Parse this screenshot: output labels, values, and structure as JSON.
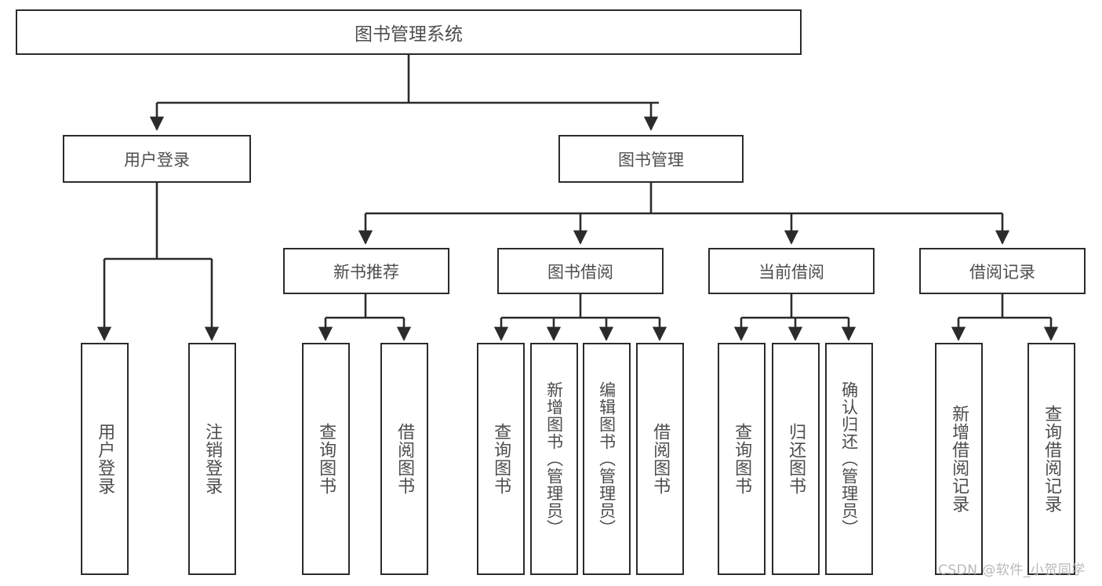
{
  "diagram": {
    "title": "图书管理系统",
    "type": "tree-hierarchy-chart",
    "colors": {
      "box_border": "#2b2b2b",
      "box_fill": "#ffffff",
      "text": "#4d4d4d",
      "connector": "#2b2b2b",
      "watermark": "#b9b9b9",
      "background": "#ffffff"
    },
    "root": {
      "id": "root",
      "label": "图书管理系统"
    },
    "level2": [
      {
        "id": "n_user_login",
        "label": "用户登录"
      },
      {
        "id": "n_book_mgmt",
        "label": "图书管理"
      }
    ],
    "level3": [
      {
        "id": "n_new_book_rec",
        "label": "新书推荐"
      },
      {
        "id": "n_book_borrow",
        "label": "图书借阅"
      },
      {
        "id": "n_current_borrow",
        "label": "当前借阅"
      },
      {
        "id": "n_borrow_record",
        "label": "借阅记录"
      }
    ],
    "leaves": {
      "user_login": [
        {
          "id": "l_user_login",
          "label": "用户登录"
        },
        {
          "id": "l_logout",
          "label": "注销登录"
        }
      ],
      "new_book_rec": [
        {
          "id": "l_query_book_1",
          "label": "查询图书"
        },
        {
          "id": "l_borrow_book_1",
          "label": "借阅图书"
        }
      ],
      "book_borrow": [
        {
          "id": "l_query_book_2",
          "label": "查询图书"
        },
        {
          "id": "l_add_book",
          "label": "新增图书（管理员）"
        },
        {
          "id": "l_edit_book",
          "label": "编辑图书（管理员）"
        },
        {
          "id": "l_borrow_book_2",
          "label": "借阅图书"
        }
      ],
      "current_borrow": [
        {
          "id": "l_query_book_3",
          "label": "查询图书"
        },
        {
          "id": "l_return_book",
          "label": "归还图书"
        },
        {
          "id": "l_confirm_return",
          "label": "确认归还（管理员）"
        }
      ],
      "borrow_record": [
        {
          "id": "l_add_record",
          "label": "新增借阅记录"
        },
        {
          "id": "l_query_record",
          "label": "查询借阅记录"
        }
      ]
    }
  },
  "watermark": {
    "text": "CSDN @软件_小贺同学"
  }
}
